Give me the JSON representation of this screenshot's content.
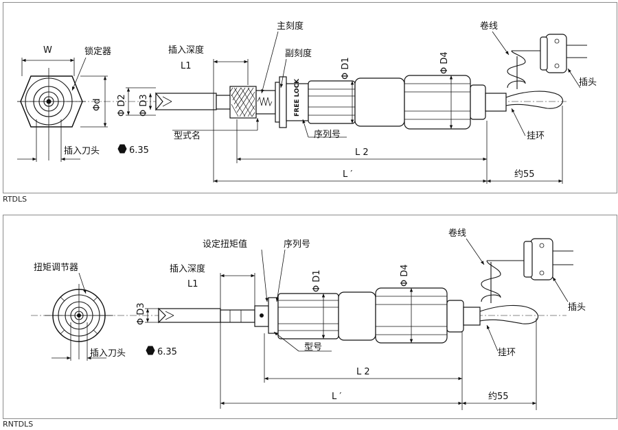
{
  "top": {
    "caption": "RTDLS",
    "labels": {
      "w": "W",
      "lock_device": "锁定器",
      "insert_depth": "插入深度",
      "l1": "L1",
      "main_scale": "主刻度",
      "sub_scale": "副刻度",
      "d1": "Φ D1",
      "d4": "Φ D4",
      "coil": "卷线",
      "plug": "插头",
      "d2": "Φ D2",
      "d3": "Φ D3",
      "d": "Φd",
      "model_name": "型式名",
      "serial": "序列号",
      "hook": "挂环",
      "bit": "插入刀头",
      "hex": "6.35",
      "l2": "L 2",
      "lprime": "L ′",
      "approx": "约55",
      "free_lock": "FREE LOCK"
    }
  },
  "bottom": {
    "caption": "RNTDLS",
    "labels": {
      "torque_adjuster": "扭矩调节器",
      "set_torque": "设定扭矩值",
      "serial": "序列号",
      "coil": "卷线",
      "insert_depth": "插入深度",
      "l1": "L1",
      "d1": "Φ D1",
      "d4": "Φ D4",
      "d3": "Φ D3",
      "plug": "插头",
      "model": "型号",
      "hook": "挂环",
      "bit": "插入刀头",
      "hex": "6.35",
      "l2": "L 2",
      "lprime": "L ′",
      "approx": "约55"
    }
  }
}
